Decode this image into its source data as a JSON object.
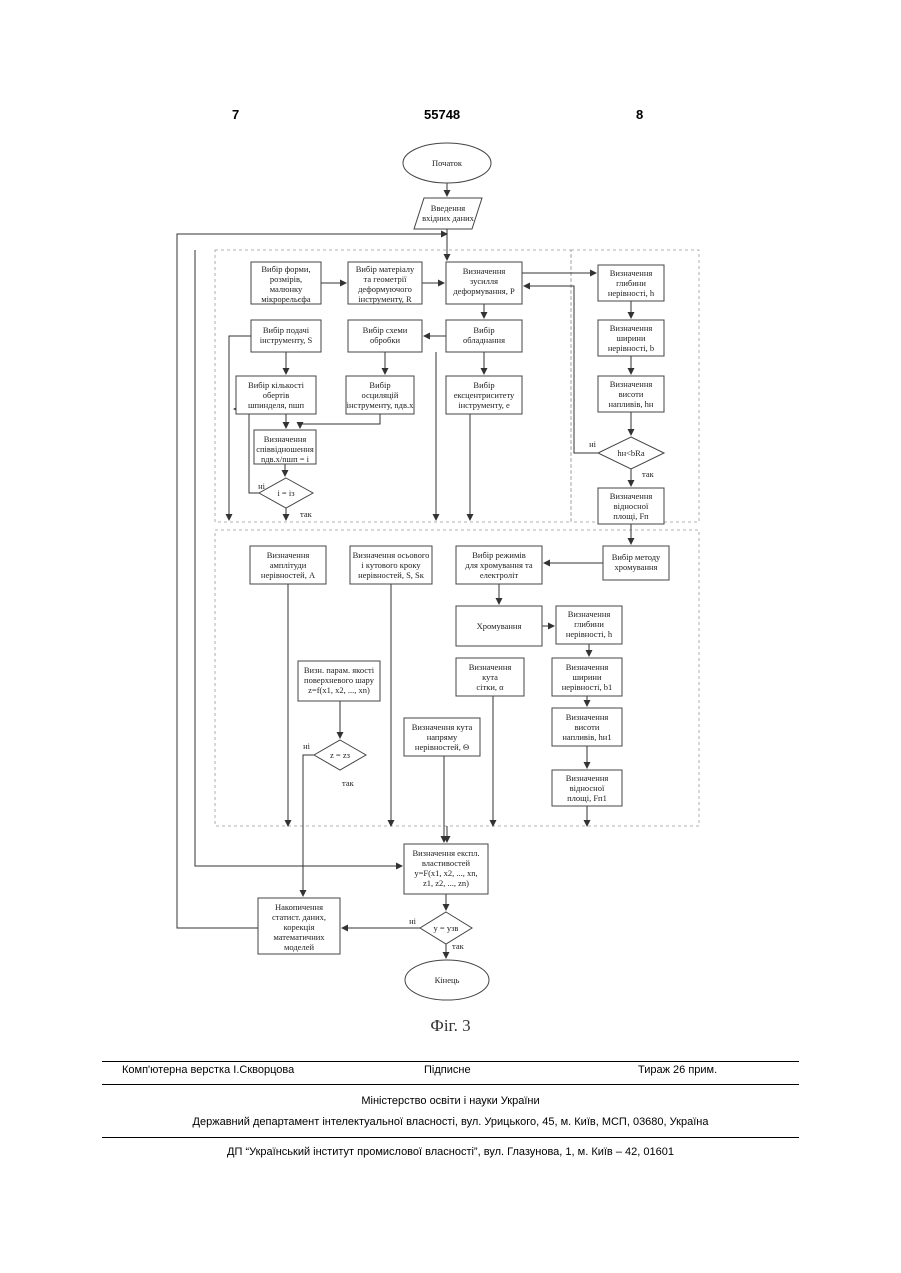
{
  "header": {
    "page_left": "7",
    "patent_number": "55748",
    "page_right": "8"
  },
  "figure": {
    "caption": "Фіг. 3",
    "start": "Початок",
    "input": [
      "Введення",
      "вхідних даних"
    ],
    "b_shape": [
      "Вибір форми,",
      "розмірів,",
      "малюнку",
      "мікрорельєфа"
    ],
    "b_material": [
      "Вибір матеріалу",
      "та геометрії",
      "деформуючого",
      "інструменту, R"
    ],
    "b_force": [
      "Визначення",
      "зусилля",
      "деформування, P"
    ],
    "b_depth1": [
      "Визначення",
      "глибини",
      "нерівності, h"
    ],
    "b_feed": [
      "Вибір подачі",
      "інструменту, S"
    ],
    "b_scheme": [
      "Вибір схеми",
      "обробки"
    ],
    "b_equipment": [
      "Вибір",
      "обладнання"
    ],
    "b_width1": [
      "Визначення",
      "ширини",
      "нерівності, b"
    ],
    "b_rpm": [
      "Вибір кількості",
      "обертів",
      "шпинделя, nшп"
    ],
    "b_osc": [
      "Вибір",
      "осциляцій",
      "інструменту, nдв.х"
    ],
    "b_ecc": [
      "Вибір",
      "ексцентриситету",
      "інструменту, e"
    ],
    "b_height1": [
      "Визначення",
      "висоти",
      "напливів, hн"
    ],
    "b_ratio": [
      "Визначення",
      "співвідношення",
      "nдв.х/nшп = i"
    ],
    "d_hrz": "hн<bRa",
    "d_i": "i = iз",
    "yes": "так",
    "no": "ні",
    "b_area1": [
      "Визначення",
      "відносної",
      "площі, Fп"
    ],
    "b_amp": [
      "Визначення",
      "амплітуди",
      "нерівностей, A"
    ],
    "b_step": [
      "Визначення осьового",
      "і кутового кроку",
      "нерівностей, S, Sк"
    ],
    "b_modes": [
      "Вибір режимів",
      "для хромування та",
      "електроліт"
    ],
    "b_chrome_method": [
      "Вибір методу",
      "хромування"
    ],
    "b_chroming": [
      "Хромування"
    ],
    "b_depth2": [
      "Визначення",
      "глибини",
      "нерівності, h"
    ],
    "b_quality": [
      "Визн. парам. якості",
      "поверхневого шару",
      "z=f(x1, x2, ..., xn)"
    ],
    "b_angle": [
      "Визначення",
      "кута",
      "сітки, α"
    ],
    "b_width2": [
      "Визначення",
      "ширини",
      "нерівності, b1"
    ],
    "b_height2": [
      "Визначення",
      "висоти",
      "напливів, hн1"
    ],
    "b_dir": [
      "Визначення кута",
      "напряму",
      "нерівностей, Θ"
    ],
    "d_z": "z = zз",
    "b_area2": [
      "Визначення",
      "відносної",
      "площі, Fп1"
    ],
    "b_props": [
      "Визначення експл.",
      "властивостей",
      "y=F(x1, x2, ..., xn,",
      "z1, z2, ..., zn)"
    ],
    "b_stats": [
      "Накопичення",
      "статист. даних,",
      "корекція",
      "математичних",
      "моделей"
    ],
    "d_y": "y = yзв",
    "end": "Кінець"
  },
  "footer": {
    "layout": "Комп'ютерна верстка І.Скворцова",
    "signed": "Підписне",
    "circulation": "Тираж 26 прим.",
    "ministry": "Міністерство освіти і науки України",
    "department": "Державний департамент інтелектуальної власності, вул. Урицького, 45, м. Київ, МСП, 03680, Україна",
    "institute": "ДП “Український інститут промислової власності”, вул. Глазунова, 1, м. Київ – 42, 01601"
  }
}
